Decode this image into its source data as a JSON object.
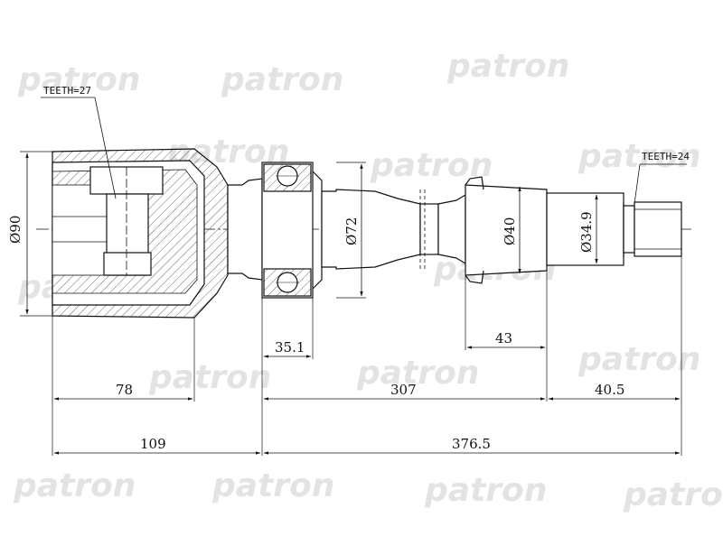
{
  "watermark": {
    "text": "patron"
  },
  "labels": {
    "teeth_left": "TEETH=27",
    "teeth_right": "TEETH=24"
  },
  "dimensions": {
    "dia_90": "Ø90",
    "dia_72": "Ø72",
    "dia_40": "Ø40",
    "dia_34_9": "Ø34.9",
    "len_35_1": "35.1",
    "len_43": "43",
    "len_78": "78",
    "len_307": "307",
    "len_40_5": "40.5",
    "len_109": "109",
    "len_376_5": "376.5"
  },
  "colors": {
    "line": "#111111",
    "watermark": "#e3e3e3",
    "background": "#ffffff"
  }
}
